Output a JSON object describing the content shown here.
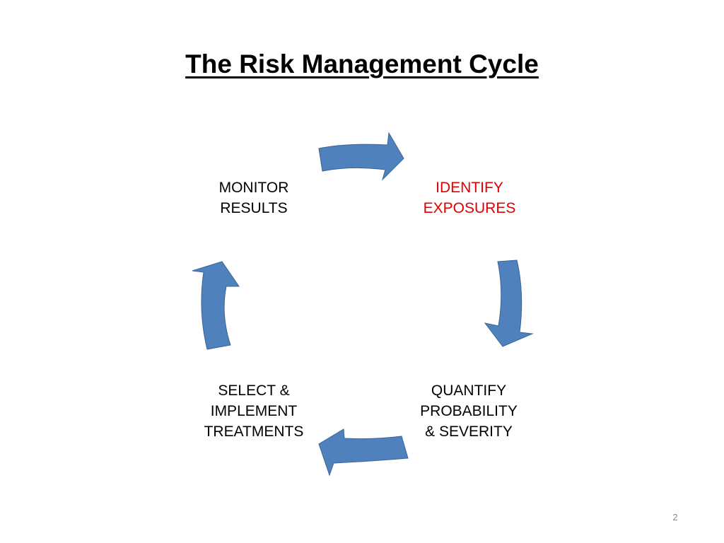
{
  "slide": {
    "title": "The Risk Management Cycle",
    "page_number": "2"
  },
  "cycle": {
    "arrow_color": "#4F81BD",
    "highlight_color": "#E00000",
    "steps": [
      {
        "lines": [
          "IDENTIFY",
          "EXPOSURES"
        ],
        "highlighted": true
      },
      {
        "lines": [
          "QUANTIFY",
          "PROBABILITY",
          "& SEVERITY"
        ],
        "highlighted": false
      },
      {
        "lines": [
          "SELECT &",
          "IMPLEMENT",
          "TREATMENTS"
        ],
        "highlighted": false
      },
      {
        "lines": [
          "MONITOR",
          "RESULTS"
        ],
        "highlighted": false
      }
    ]
  }
}
